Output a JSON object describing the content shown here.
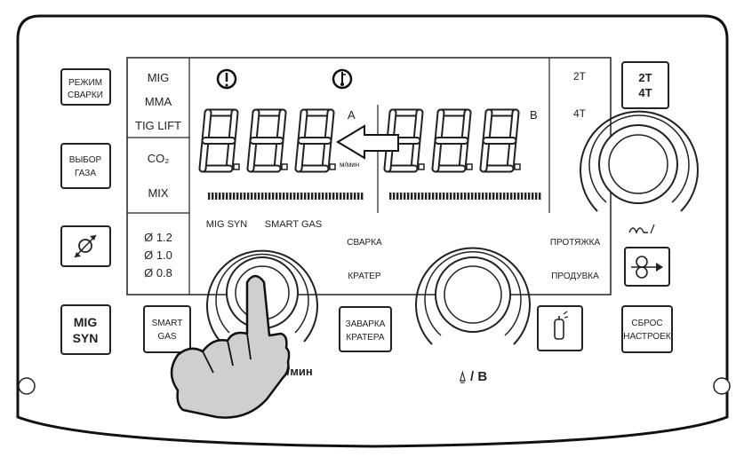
{
  "buttons": {
    "mode": [
      "РЕЖИМ",
      "СВАРКИ"
    ],
    "gas_select": [
      "ВЫБОР",
      "ГАЗА"
    ],
    "mig_syn": [
      "MIG",
      "SYN"
    ],
    "smart_gas": [
      "SMART",
      "GAS"
    ],
    "crater_fill": [
      "ЗАВАРКА",
      "КРАТЕРА"
    ],
    "reset": [
      "СБРОС",
      "НАСТРОЕК"
    ],
    "trigger_mode": [
      "2T",
      "4T"
    ]
  },
  "display": {
    "modes": [
      "MIG",
      "MMA",
      "TIG LIFT"
    ],
    "gases": [
      "CO₂",
      "MIX"
    ],
    "wire_diameters": [
      "Ø 1.2",
      "Ø 1.0",
      "Ø 0.8"
    ],
    "channel_a": "A",
    "channel_b": "B",
    "unit_a": "м/мин",
    "mig_syn": "MIG SYN",
    "smart_gas": "SMART GAS",
    "svarka": "СВАРКА",
    "krater": "КРАТЕР",
    "protyazhka": "ПРОТЯЖКА",
    "produvka": "ПРОДУВКА",
    "t2": "2T",
    "t4": "4T"
  },
  "knobs": {
    "left_label": "м/мин",
    "middle_label": "⍙ / В"
  }
}
